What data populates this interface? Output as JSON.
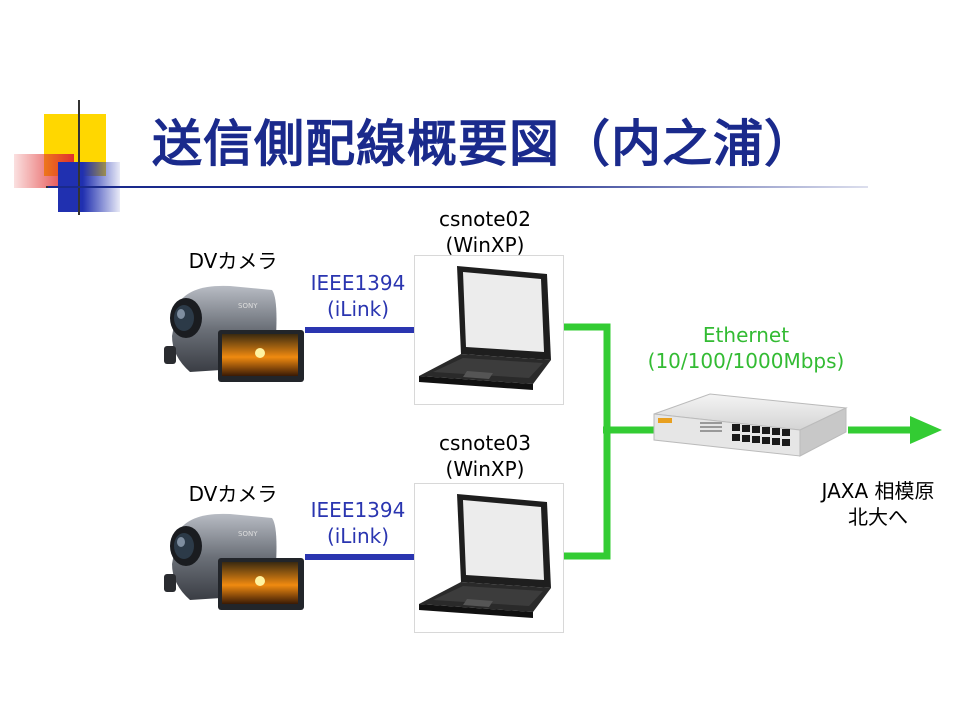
{
  "slide": {
    "title": "送信側配線概要図（内之浦）"
  },
  "colors": {
    "title": "#1a2a8c",
    "firewire_link": "#2a35b0",
    "ethernet_link": "#33cc33",
    "deco_yellow": "#ffd700",
    "deco_red": "#e03030",
    "deco_blue": "#2030b0"
  },
  "cameras": [
    {
      "label": "DVカメラ",
      "brand": "SONY"
    },
    {
      "label": "DVカメラ",
      "brand": "SONY"
    }
  ],
  "links": [
    {
      "line1": "IEEE1394",
      "line2": "(iLink)"
    },
    {
      "line1": "IEEE1394",
      "line2": "(iLink)"
    }
  ],
  "laptops": [
    {
      "name": "csnote02",
      "os": "(WinXP)"
    },
    {
      "name": "csnote03",
      "os": "(WinXP)"
    }
  ],
  "ethernet": {
    "line1": "Ethernet",
    "line2": "(10/100/1000Mbps)"
  },
  "destination": {
    "line1": "JAXA 相模原",
    "line2": "北大へ"
  }
}
